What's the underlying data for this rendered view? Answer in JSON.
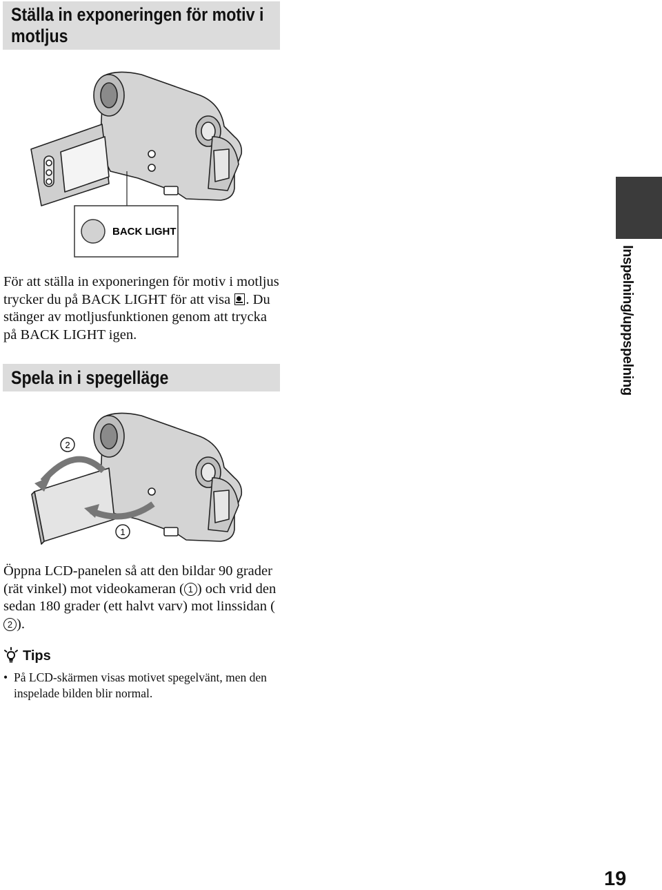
{
  "sections": [
    {
      "title": "Ställa in exponeringen för motiv i motljus",
      "callout_label": "BACK LIGHT",
      "body": {
        "part1": "För att ställa in exponeringen för motiv i motljus trycker du på BACK LIGHT för att visa ",
        "icon": "backlight-icon",
        "part2": ". Du stänger av motljusfunktionen genom att trycka på BACK LIGHT igen."
      }
    },
    {
      "title": "Spela in i spegelläge",
      "step_markers": [
        "1",
        "2"
      ],
      "body": {
        "part1": "Öppna LCD-panelen så att den bildar 90 grader (rät vinkel) mot videokameran (",
        "marker1": "1",
        "part2": ") och vrid den sedan 180 grader (ett halvt varv) mot linssidan (",
        "marker2": "2",
        "part3": ")."
      }
    }
  ],
  "tips": {
    "heading": "Tips",
    "icon": "lightbulb-icon",
    "items": [
      "På LCD-skärmen visas motivet spegelvänt, men den inspelade bilden blir normal."
    ]
  },
  "side_tab_label": "Inspelning/uppspelning",
  "page_number": "19"
}
